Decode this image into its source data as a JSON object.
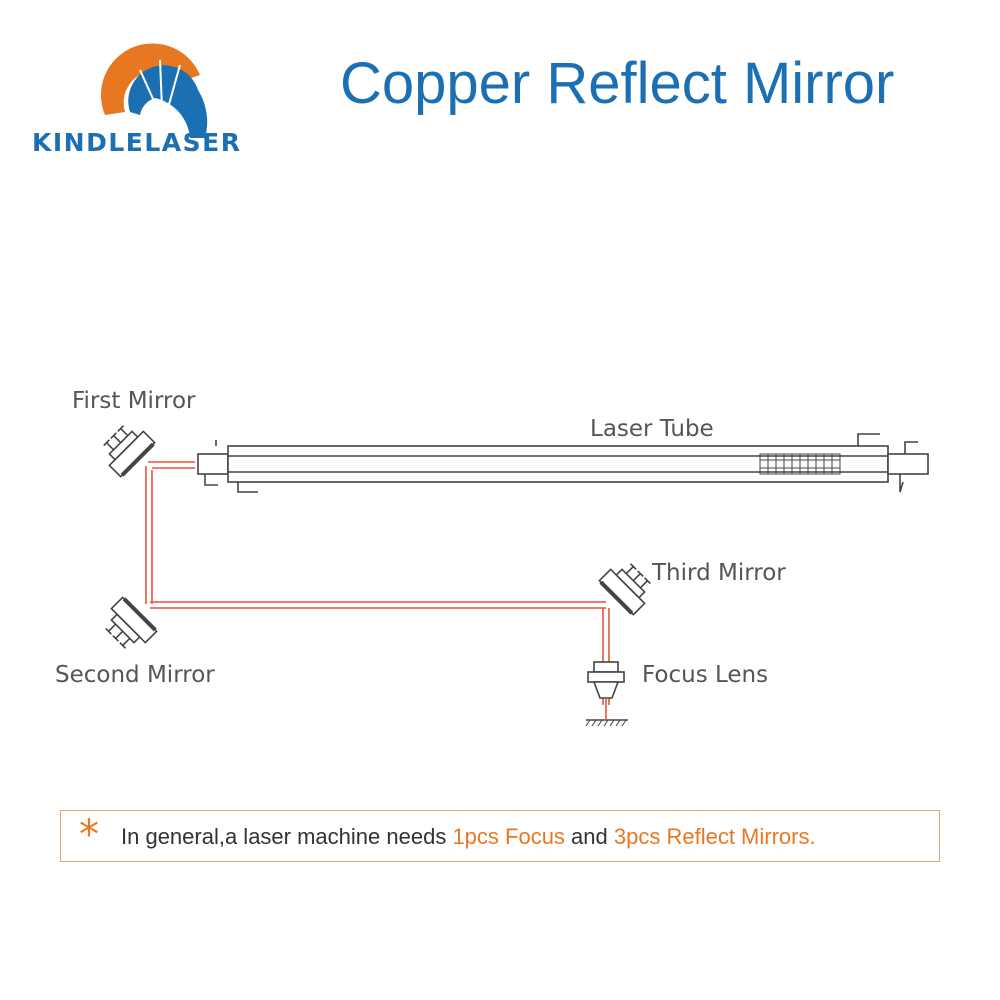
{
  "header": {
    "brand": "KINDLELASER",
    "title": "Copper Reflect Mirror"
  },
  "colors": {
    "brand_blue": "#1b6fb3",
    "accent_orange": "#e87722",
    "beam_red": "#e8533a",
    "line_gray": "#444444"
  },
  "diagram": {
    "labels": {
      "first_mirror": "First Mirror",
      "laser_tube": "Laser Tube",
      "third_mirror": "Third Mirror",
      "second_mirror": "Second Mirror",
      "focus_lens": "Focus Lens"
    }
  },
  "note": {
    "icon": "asterisk-icon",
    "star": "*",
    "text_1": "In general,a laser machine needs ",
    "highlight_1": "1pcs Focus",
    "text_2": " and ",
    "highlight_2": "3pcs Reflect Mirrors."
  }
}
